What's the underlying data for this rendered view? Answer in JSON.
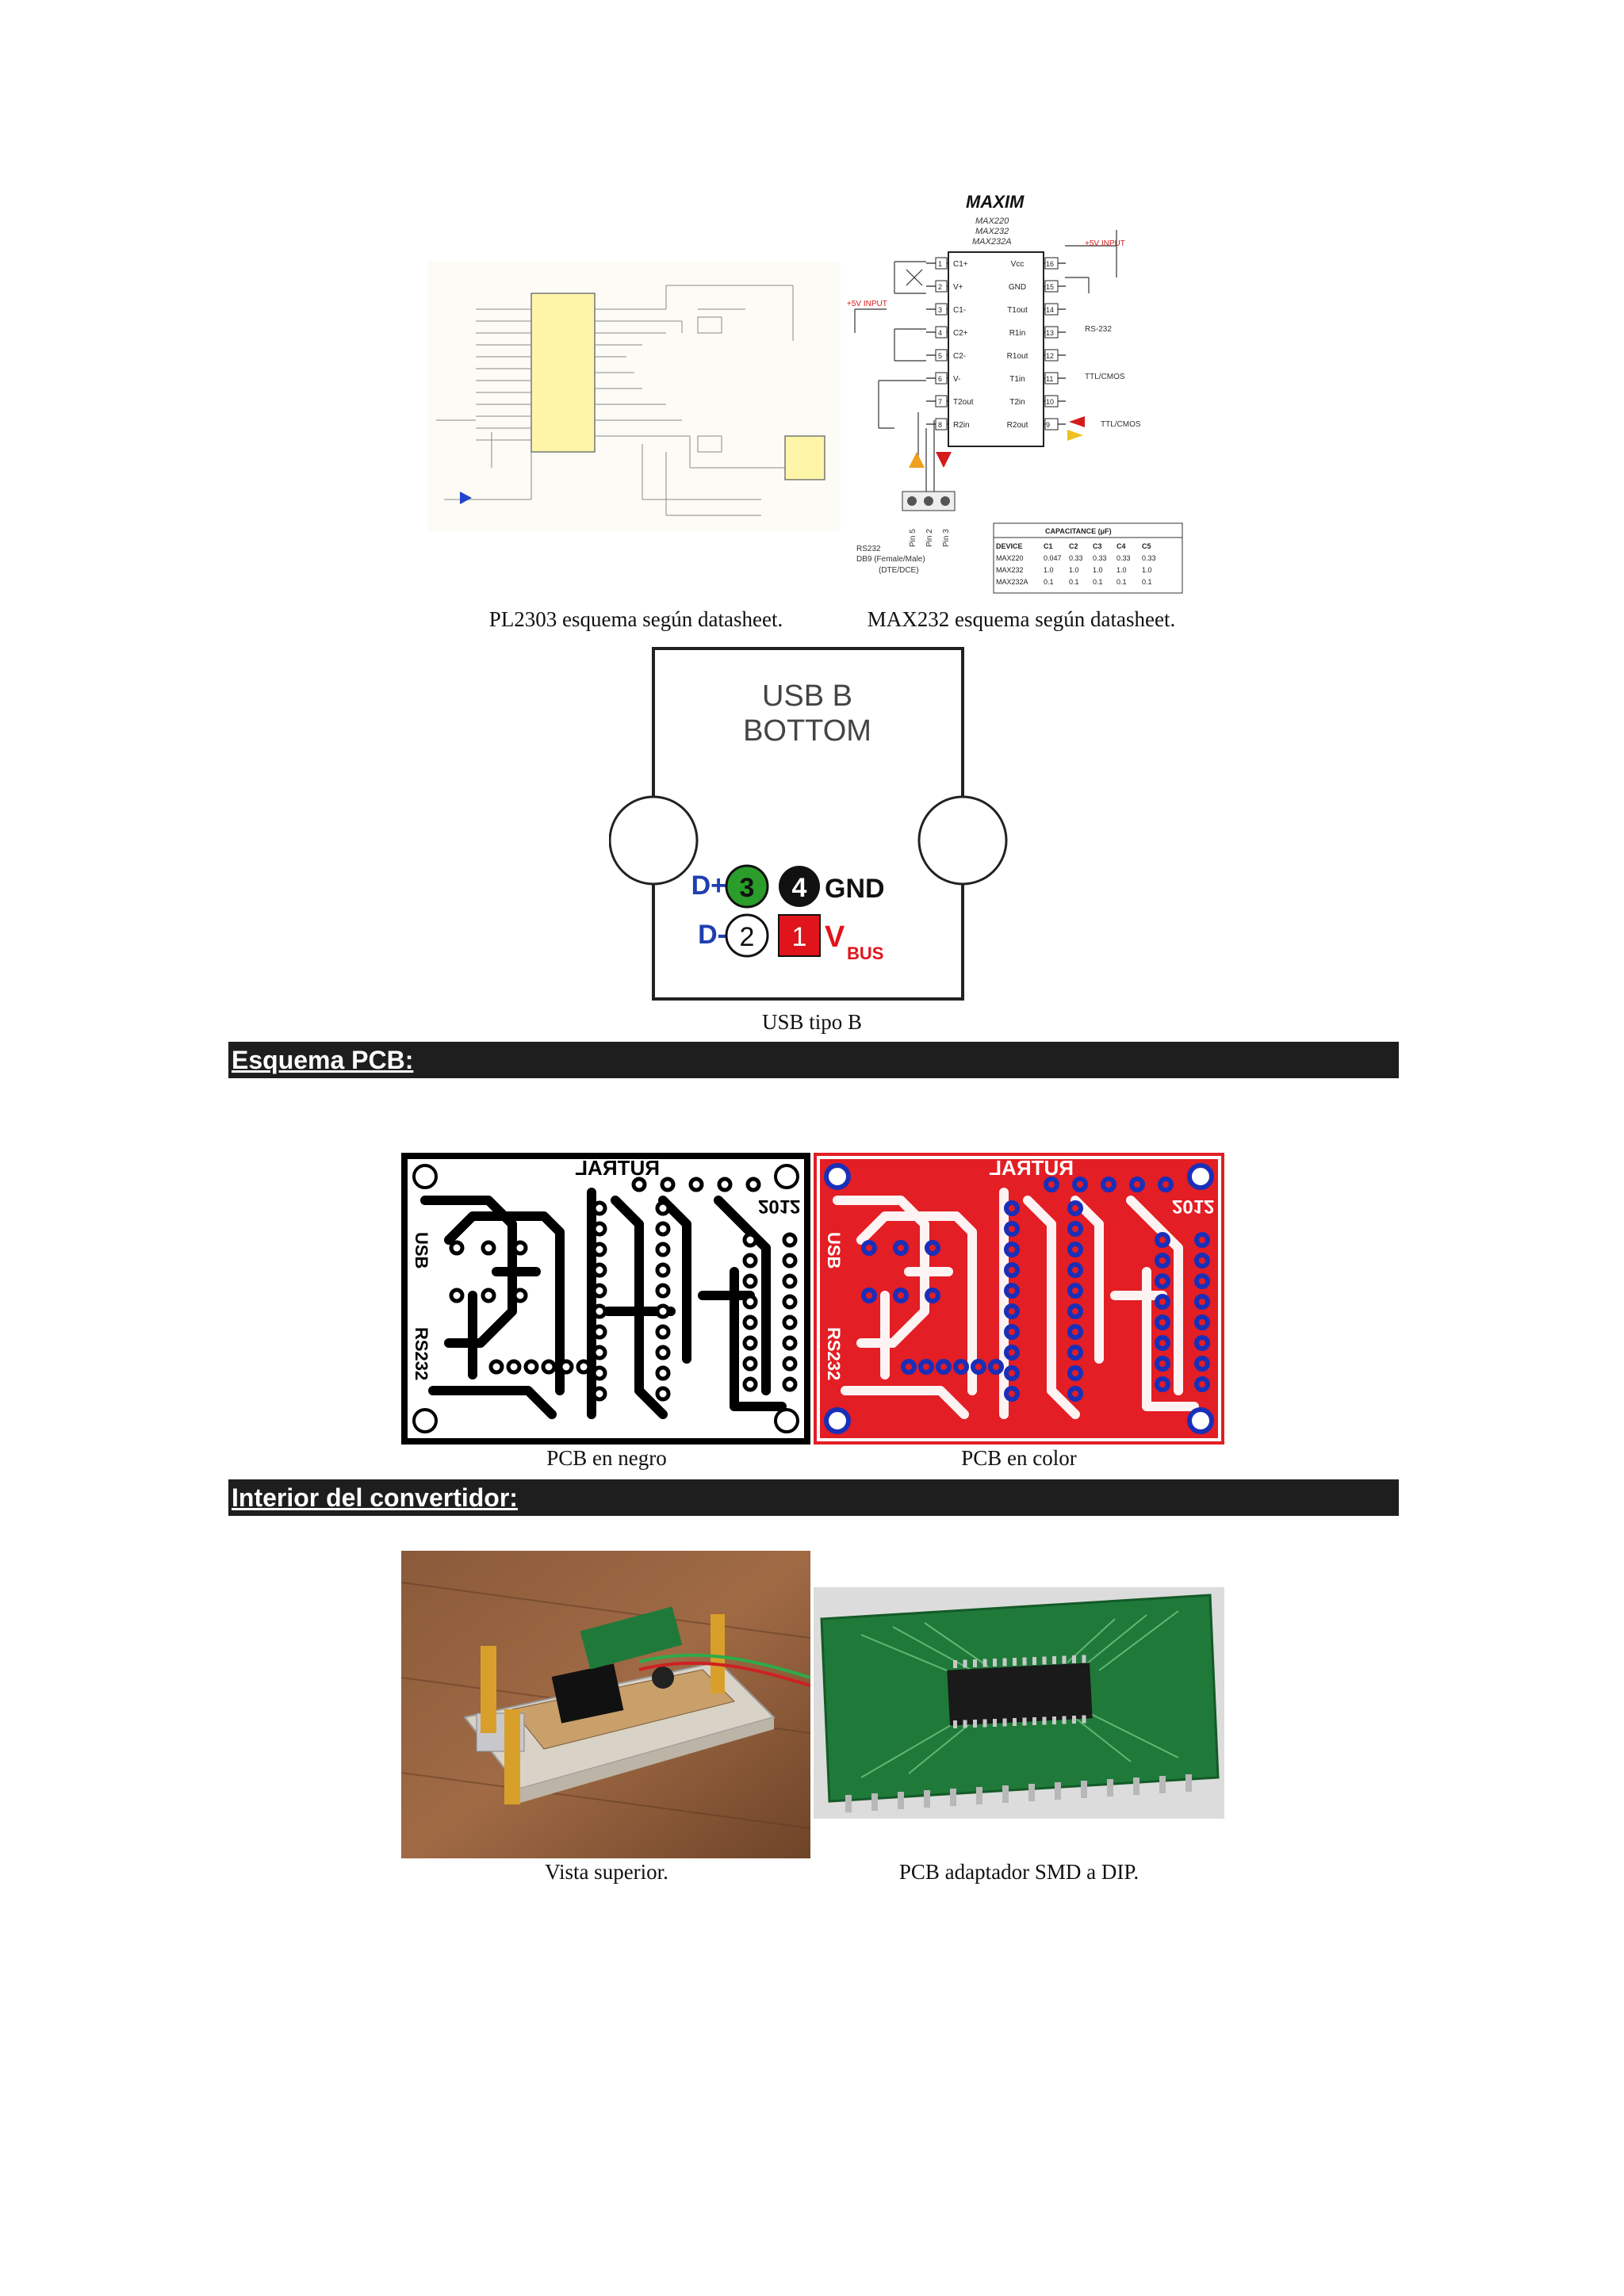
{
  "captions": {
    "pl2303": "PL2303 esquema según datasheet.",
    "max232": "MAX232 esquema según datasheet.",
    "usb": "USB tipo B",
    "pcb_black": "PCB en negro",
    "pcb_color": "PCB en color",
    "photo_top": "Vista superior.",
    "photo_adapter": "PCB adaptador SMD a DIP."
  },
  "sections": {
    "pcb": "Esquema  PCB:",
    "interior": "Interior del convertidor:"
  },
  "usb_diagram": {
    "title_line1": "USB B",
    "title_line2": "BOTTOM",
    "pins": [
      {
        "num": "3",
        "label": "D+",
        "color": "#2a9d2a"
      },
      {
        "num": "4",
        "label": "GND",
        "color": "#111111"
      },
      {
        "num": "2",
        "label": "D-",
        "color": "#ffffff"
      },
      {
        "num": "1",
        "label": "V",
        "sub": "BUS",
        "color": "#e0141b"
      }
    ],
    "label_color": "#1f3fb0",
    "vbus_color": "#e0141b"
  },
  "max232_diagram": {
    "brand": "MAXIM",
    "parts": [
      "MAX220",
      "MAX232",
      "MAX232A"
    ],
    "left_pins": [
      "C1+",
      "V+",
      "C1-",
      "C2+",
      "C2-",
      "V-",
      "T2out",
      "R2in"
    ],
    "right_pins": [
      "Vcc",
      "GND",
      "T1out",
      "R1in",
      "R1out",
      "T1in",
      "T2in",
      "R2out"
    ],
    "input_label": "+5V INPUT",
    "rs232_label": "RS-232",
    "ttl_label": "TTL/CMOS",
    "connector_pins": [
      "Pin 5",
      "Pin 2",
      "Pin 3"
    ],
    "connector_label": [
      "RS232",
      "DB9 (Female/Male)",
      "(DTE/DCE)"
    ],
    "cap_table": {
      "title": "CAPACITANCE (μF)",
      "headers": [
        "DEVICE",
        "C1",
        "C2",
        "C3",
        "C4",
        "C5"
      ],
      "rows": [
        [
          "MAX220",
          "0.047",
          "0.33",
          "0.33",
          "0.33",
          "0.33"
        ],
        [
          "MAX232",
          "1.0",
          "1.0",
          "1.0",
          "1.0",
          "1.0"
        ],
        [
          "MAX232A",
          "0.1",
          "0.1",
          "0.1",
          "0.1",
          "0.1"
        ]
      ]
    }
  },
  "pcb": {
    "top_text": "RUTRAL",
    "year": "2012",
    "side_text_1": "USB",
    "side_text_2": "RS232",
    "red": "#e31e24",
    "blue": "#1a2fb8"
  },
  "colors": {
    "section_bg": "#1e1e1e",
    "section_fg": "#ffffff",
    "adapter_green": "#1f7a3a"
  }
}
